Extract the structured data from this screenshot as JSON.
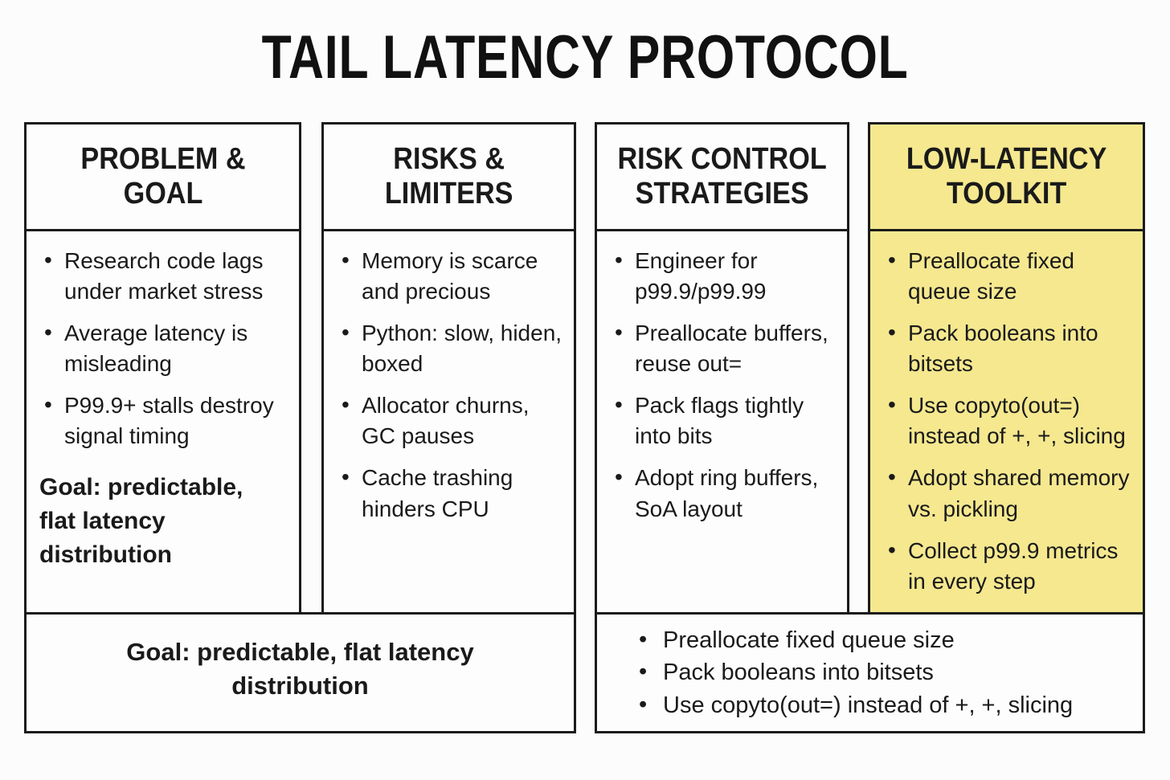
{
  "title": "TAIL LATENCY PROTOCOL",
  "colors": {
    "column_highlight": "#f5e88f",
    "border": "#1b1b1b",
    "text": "#1a1a1a",
    "background": "#fcfcfc"
  },
  "columns": [
    {
      "id": "problem-goal",
      "title": "PROBLEM &\nGOAL",
      "highlighted": false,
      "items": [
        "Research code lags\nunder market stress",
        "Average latency is\nmisleading",
        "P99.9+ stalls destroy\nsignal timing"
      ],
      "footer": "Goal: predictable,\nflat latency distribution"
    },
    {
      "id": "risks-limiters",
      "title": "RISKS &\nLIMITERS",
      "highlighted": false,
      "items": [
        "Memory is scarce\nand precious",
        "Python: slow, hiden,\nboxed",
        "Allocator churns,\nGC pauses",
        "Cache trashing\nhinders CPU"
      ]
    },
    {
      "id": "risk-control-strategies",
      "title": "RISK CONTROL\nSTRATEGIES",
      "highlighted": false,
      "items": [
        "Engineer for\np99.9/p99.99",
        "Preallocate buffers,\nreuse out=",
        "Pack flags tightly\ninto bits",
        "Adopt ring buffers,\nSoA layout"
      ]
    },
    {
      "id": "low-latency-toolkit",
      "title": "LOW-LATENCY\nTOOLKIT",
      "highlighted": true,
      "items": [
        "Preallocate fixed\nqueue size",
        "Pack booleans into\nbitsets",
        "Use copyto(out=)\ninstead of +, +, slicing",
        "Adopt shared memory\nvs. pickling",
        "Collect p99.9 metrics\nin every step"
      ]
    }
  ],
  "bottom": {
    "goal_summary": "Goal: predictable, flat latency\ndistribution",
    "toolkit_summary": [
      "Preallocate fixed queue size",
      "Pack booleans into bitsets",
      "Use copyto(out=) instead of +, +, slicing"
    ]
  }
}
